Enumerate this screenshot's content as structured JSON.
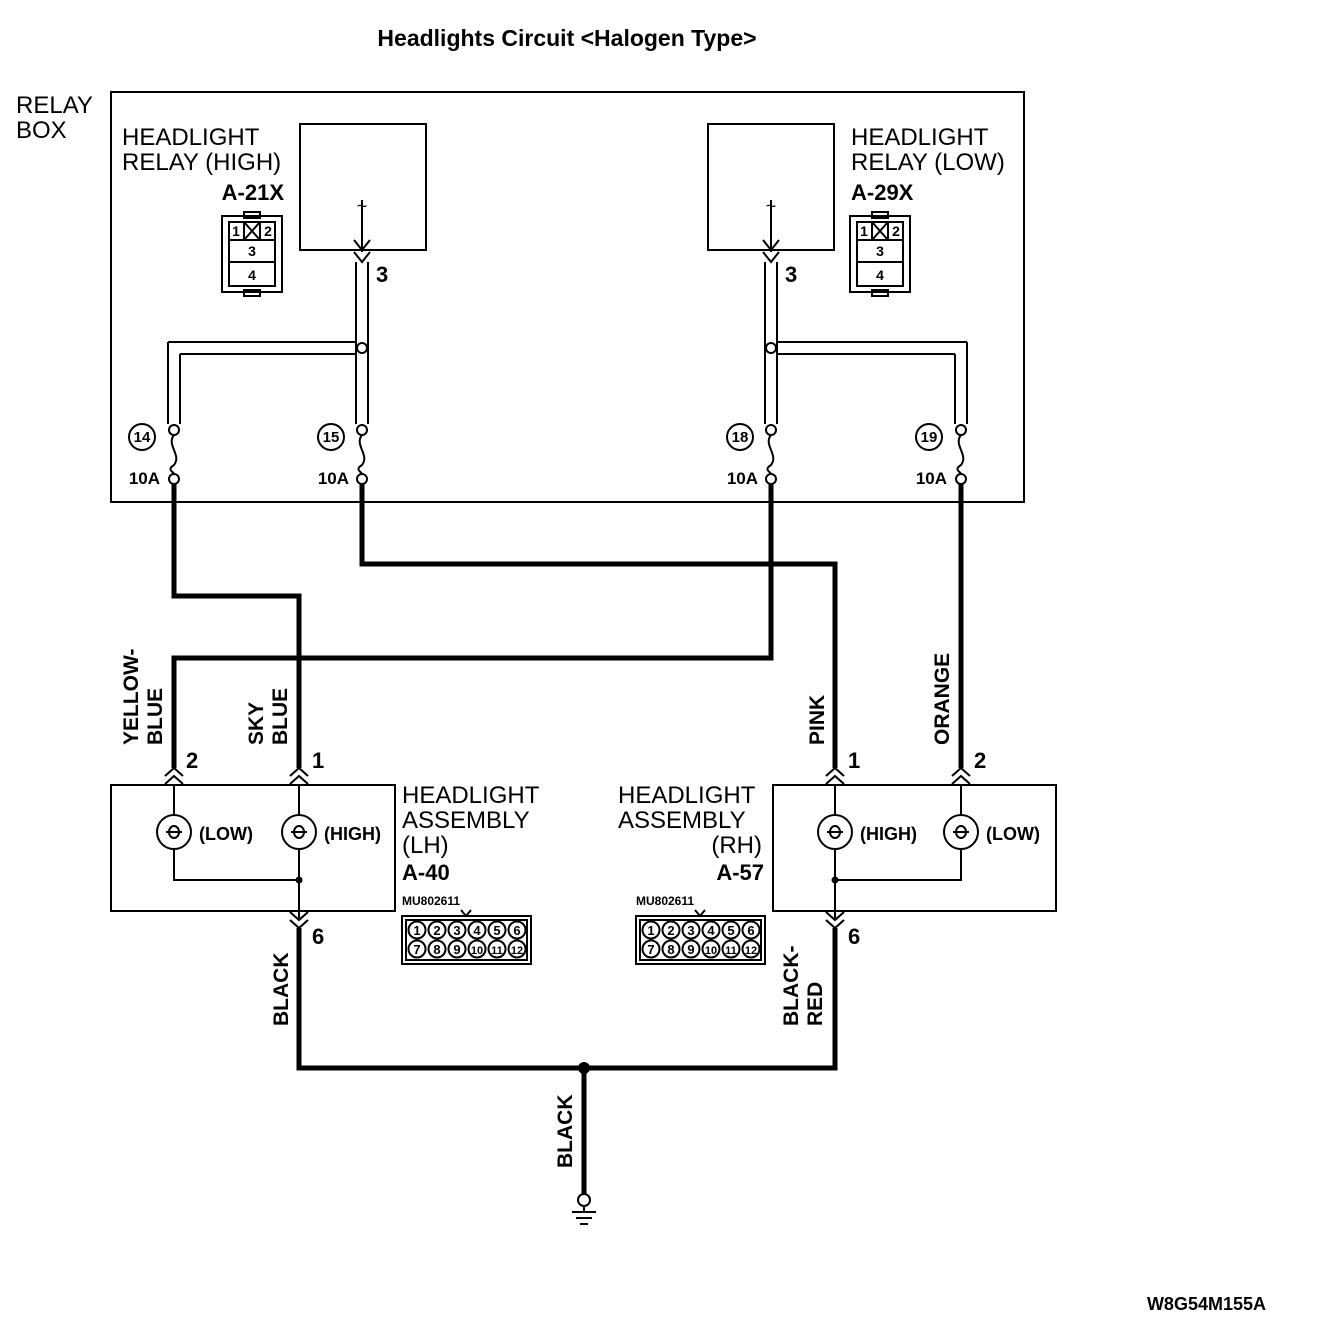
{
  "title": "Headlights Circuit <Halogen Type>",
  "relay_box": {
    "line1": "RELAY",
    "line2": "BOX"
  },
  "relay_high": {
    "line1": "HEADLIGHT",
    "line2": "RELAY (HIGH)",
    "code": "A-21X",
    "pin": "3",
    "terminals": [
      "1",
      "2",
      "3",
      "4"
    ]
  },
  "relay_low": {
    "line1": "HEADLIGHT",
    "line2": "RELAY (LOW)",
    "code": "A-29X",
    "pin": "3",
    "terminals": [
      "1",
      "2",
      "3",
      "4"
    ]
  },
  "fuses": [
    {
      "number": "14",
      "rating": "10A"
    },
    {
      "number": "15",
      "rating": "10A"
    },
    {
      "number": "18",
      "rating": "10A"
    },
    {
      "number": "19",
      "rating": "10A"
    }
  ],
  "wires": {
    "yellow_blue": {
      "line1": "YELLOW-",
      "line2": "BLUE"
    },
    "sky_blue": {
      "line1": "SKY",
      "line2": "BLUE"
    },
    "pink": "PINK",
    "orange": "ORANGE",
    "black_lh": "BLACK",
    "black_red": {
      "line1": "BLACK-",
      "line2": "RED"
    },
    "black_ground": "BLACK"
  },
  "headlight_lh": {
    "line1": "HEADLIGHT",
    "line2": "ASSEMBLY",
    "line3": "(LH)",
    "code": "A-40",
    "low": "(LOW)",
    "high": "(HIGH)",
    "pin_low": "2",
    "pin_high": "1",
    "pin_ground": "6",
    "part": "MU802611"
  },
  "headlight_rh": {
    "line1": "HEADLIGHT",
    "line2": "ASSEMBLY",
    "line3": "(RH)",
    "code": "A-57",
    "low": "(LOW)",
    "high": "(HIGH)",
    "pin_low": "2",
    "pin_high": "1",
    "pin_ground": "6",
    "part": "MU802611"
  },
  "connector_pins": {
    "row1": [
      "1",
      "2",
      "3",
      "4",
      "5",
      "6"
    ],
    "row2": [
      "7",
      "8",
      "9",
      "10",
      "11",
      "12"
    ]
  },
  "figure_code": "W8G54M155A"
}
